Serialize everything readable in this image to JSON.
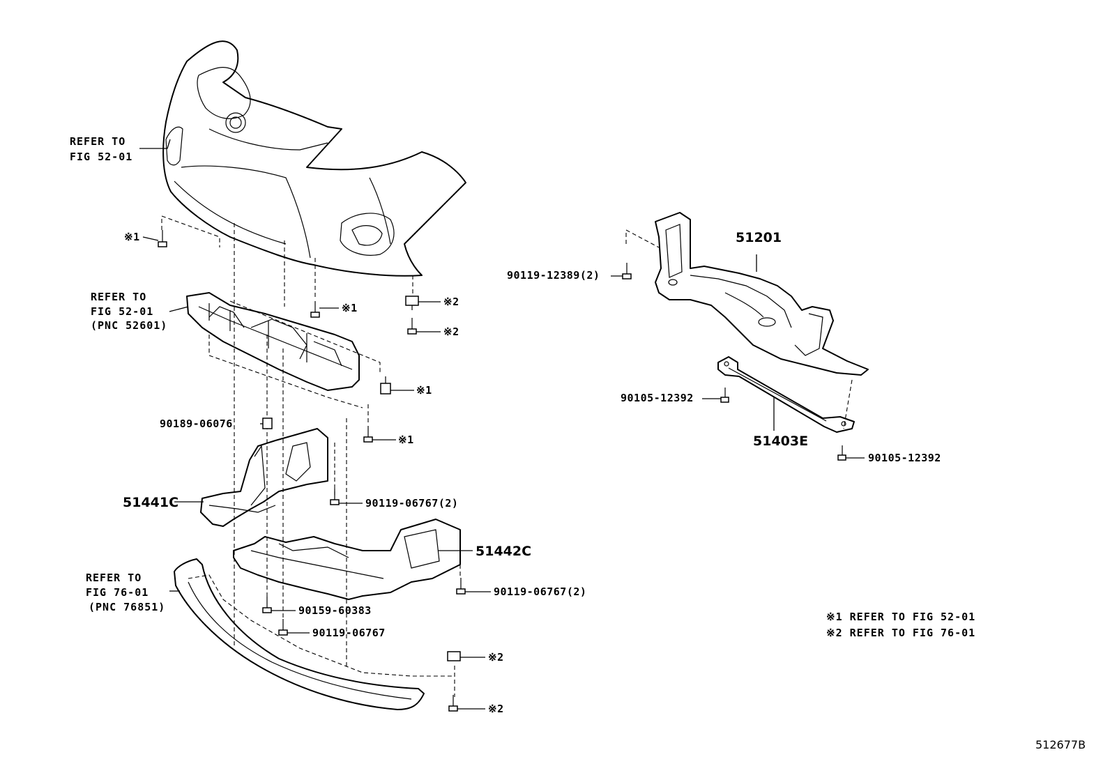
{
  "refs": {
    "refer_fig_52_01_line1": "REFER TO",
    "refer_fig_52_01_line2": "FIG 52-01",
    "refer_pnc_52601_line1": "REFER TO",
    "refer_pnc_52601_line2": "FIG 52-01",
    "refer_pnc_52601_line3": "(PNC 52601)",
    "refer_pnc_76851_line1": "REFER TO",
    "refer_pnc_76851_line2": "FIG 76-01",
    "refer_pnc_76851_line3": "(PNC 76851)"
  },
  "parts": {
    "p51201": "51201",
    "p51403E": "51403E",
    "p51441C": "51441C",
    "p51442C": "51442C",
    "p90119_12389": "90119-12389(2)",
    "p90105_12392_a": "90105-12392",
    "p90105_12392_b": "90105-12392",
    "p90189_06076": "90189-06076",
    "p90119_06767_2a": "90119-06767(2)",
    "p90119_06767_2b": "90119-06767(2)",
    "p90159_60383": "90159-60383",
    "p90119_06767": "90119-06767"
  },
  "marks": {
    "m1a": "※1",
    "m1b": "※1",
    "m1c": "※1",
    "m1d": "※1",
    "m2a": "※2",
    "m2b": "※2",
    "m2c": "※2",
    "m2d": "※2"
  },
  "notes": {
    "note1": "※1 REFER TO FIG 52-01",
    "note2": "※2 REFER TO FIG 76-01"
  },
  "figure_id": "512677B"
}
